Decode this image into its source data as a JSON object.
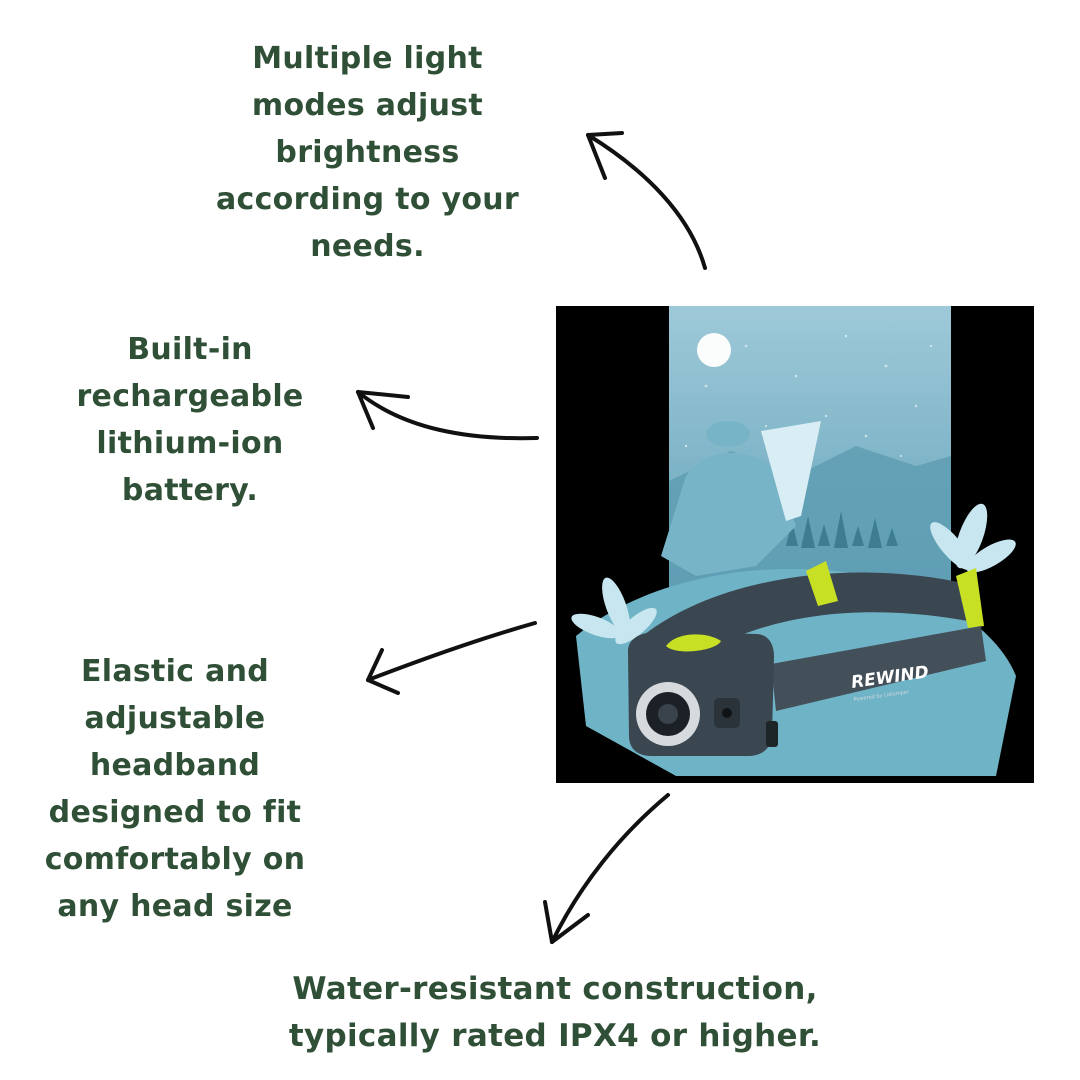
{
  "features": {
    "light_modes": "Multiple light modes adjust brightness according to your needs.",
    "battery": "Built-in rechargeable lithium-ion battery.",
    "headband": "Elastic and adjustable headband designed to fit comfortably on any head size",
    "water": "Water-resistant construction, typically rated IPX4 or higher."
  },
  "product": {
    "brand": "REWIND",
    "tagline": "Powered by Lidlamper"
  },
  "colors": {
    "text": "#2f4f36",
    "accent": "#c8e024",
    "scene": "#6fb3c6",
    "body": "#3a4650"
  },
  "icons": [
    "curved-arrow-icon",
    "moon-icon",
    "tree-icon",
    "flower-icon"
  ]
}
